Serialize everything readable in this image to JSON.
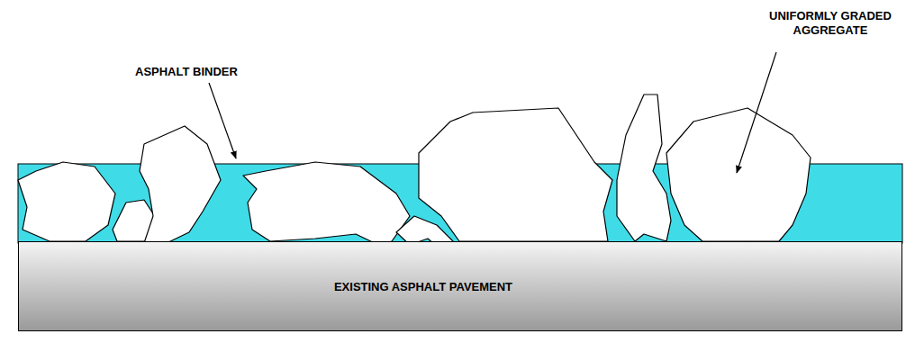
{
  "diagram": {
    "nodes": [
      {
        "text": [
          "EXISTING ASPHALT PAVEMENT"
        ]
      }
    ],
    "labels": [
      "ASPHALT BINDER",
      "UNIFORMLY GRADED AGGREGATE"
    ]
  }
}
